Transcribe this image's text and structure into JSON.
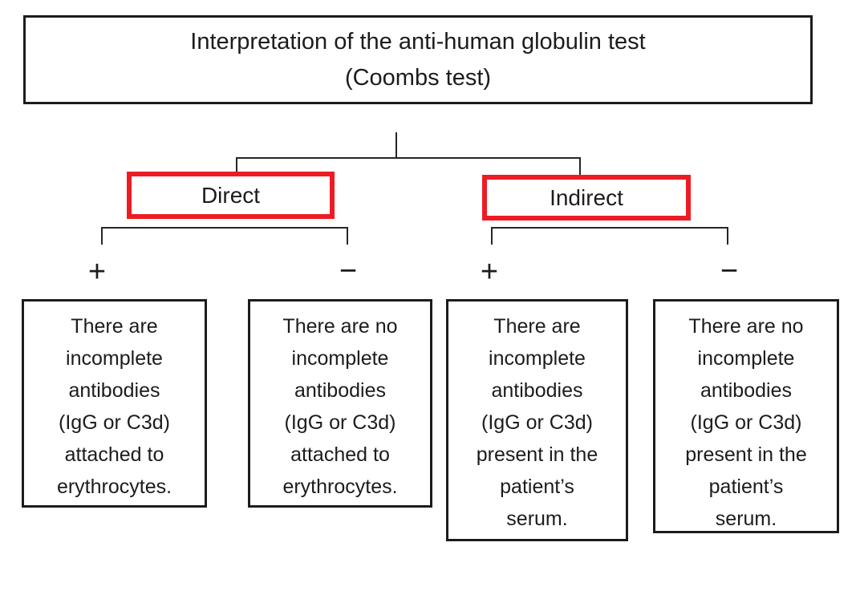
{
  "title": {
    "line1": "Interpretation of the anti-human globulin test",
    "line2": "(Coombs test)"
  },
  "branches": [
    {
      "label": "Direct"
    },
    {
      "label": "Indirect"
    }
  ],
  "outcomes": [
    {
      "branch": "Direct",
      "sign": "+",
      "lines": [
        "There are",
        "incomplete",
        "antibodies",
        "(IgG or C3d)",
        "attached to",
        "erythrocytes."
      ]
    },
    {
      "branch": "Direct",
      "sign": "−",
      "lines": [
        "There are no",
        "incomplete",
        "antibodies",
        "(IgG or C3d)",
        "attached to",
        "erythrocytes."
      ]
    },
    {
      "branch": "Indirect",
      "sign": "+",
      "lines": [
        "There are",
        "incomplete",
        "antibodies",
        "(IgG or C3d)",
        "present in the",
        "patient’s",
        "serum."
      ]
    },
    {
      "branch": "Indirect",
      "sign": "−",
      "lines": [
        "There are no",
        "incomplete",
        "antibodies",
        "(IgG or C3d)",
        "present in the",
        "patient’s",
        "serum."
      ]
    }
  ],
  "colors": {
    "ink": "#1c1c1c",
    "highlight_border": "#ed1c24",
    "background": "#ffffff"
  }
}
